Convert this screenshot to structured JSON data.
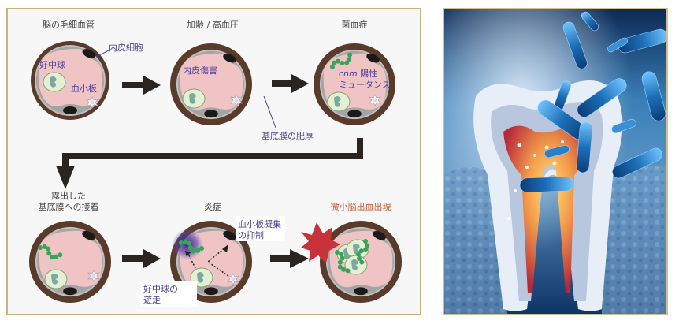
{
  "diagram": {
    "stages": [
      {
        "title": "脳の毛細血管"
      },
      {
        "title": "加齢 / 高血圧"
      },
      {
        "title": "菌血症"
      },
      {
        "title": "露出した",
        "title2": "基底膜への接着"
      },
      {
        "title": "炎症"
      },
      {
        "title": "微小脳出血出現"
      }
    ],
    "labels": {
      "endothelial_cell": "内皮細胞",
      "neutrophil": "好中球",
      "platelet": "血小板",
      "endothelial_damage": "内皮傷害",
      "basement_membrane_thickening": "基底膜の肥厚",
      "cnm_italic": "cnm",
      "cnm_positive": " 陽性",
      "mutans": "ミュータンス",
      "platelet_aggregation_1": "血小板凝集",
      "platelet_aggregation_2": "の抑制",
      "neutrophil_migration_1": "好中球の",
      "neutrophil_migration_2": "遊走"
    },
    "colors": {
      "vessel_wall": "#5a3a2a",
      "lumen": "#f0c4c4",
      "endothelium": "#a9a9a9",
      "nucleus": "#1a1a1a",
      "neutrophil_fill": "#e4f0d4",
      "neutrophil_nucleus": "#7aa9a0",
      "bacteria": "#3aa35a",
      "hemorrhage": "#c8323a",
      "arrow": "#2a2523",
      "title_orange": "#d2603a",
      "label_blue": "#4b3f9c"
    }
  },
  "illustration": {
    "subject": "tooth-with-bacteria"
  }
}
